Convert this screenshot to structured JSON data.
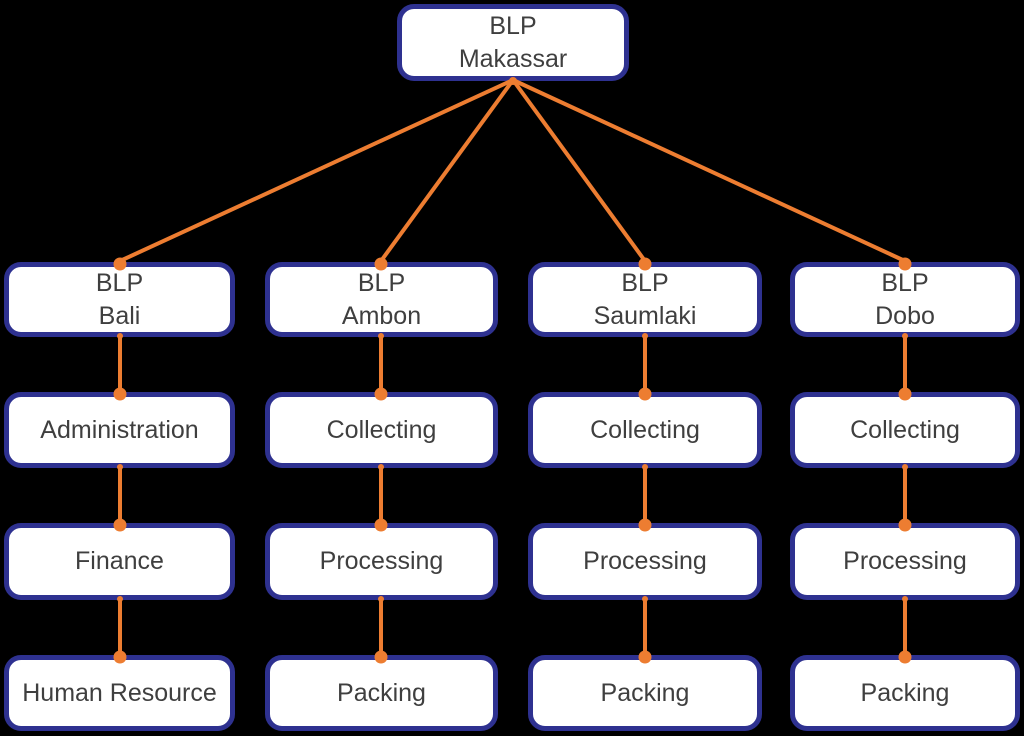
{
  "diagram": {
    "type": "org-chart",
    "root": {
      "line1": "BLP",
      "line2": "Makassar"
    },
    "branches": [
      {
        "line1": "BLP",
        "line2": "Bali",
        "children": [
          "Administration",
          "Finance",
          "Human Resource"
        ]
      },
      {
        "line1": "BLP",
        "line2": "Ambon",
        "children": [
          "Collecting",
          "Processing",
          "Packing"
        ]
      },
      {
        "line1": "BLP",
        "line2": "Saumlaki",
        "children": [
          "Collecting",
          "Processing",
          "Packing"
        ]
      },
      {
        "line1": "BLP",
        "line2": "Dobo",
        "children": [
          "Collecting",
          "Processing",
          "Packing"
        ]
      }
    ],
    "colors": {
      "background": "#000000",
      "box_fill": "#ffffff",
      "box_border": "#2e3190",
      "text": "#3f3f3f",
      "connector": "#ed7d31"
    }
  }
}
